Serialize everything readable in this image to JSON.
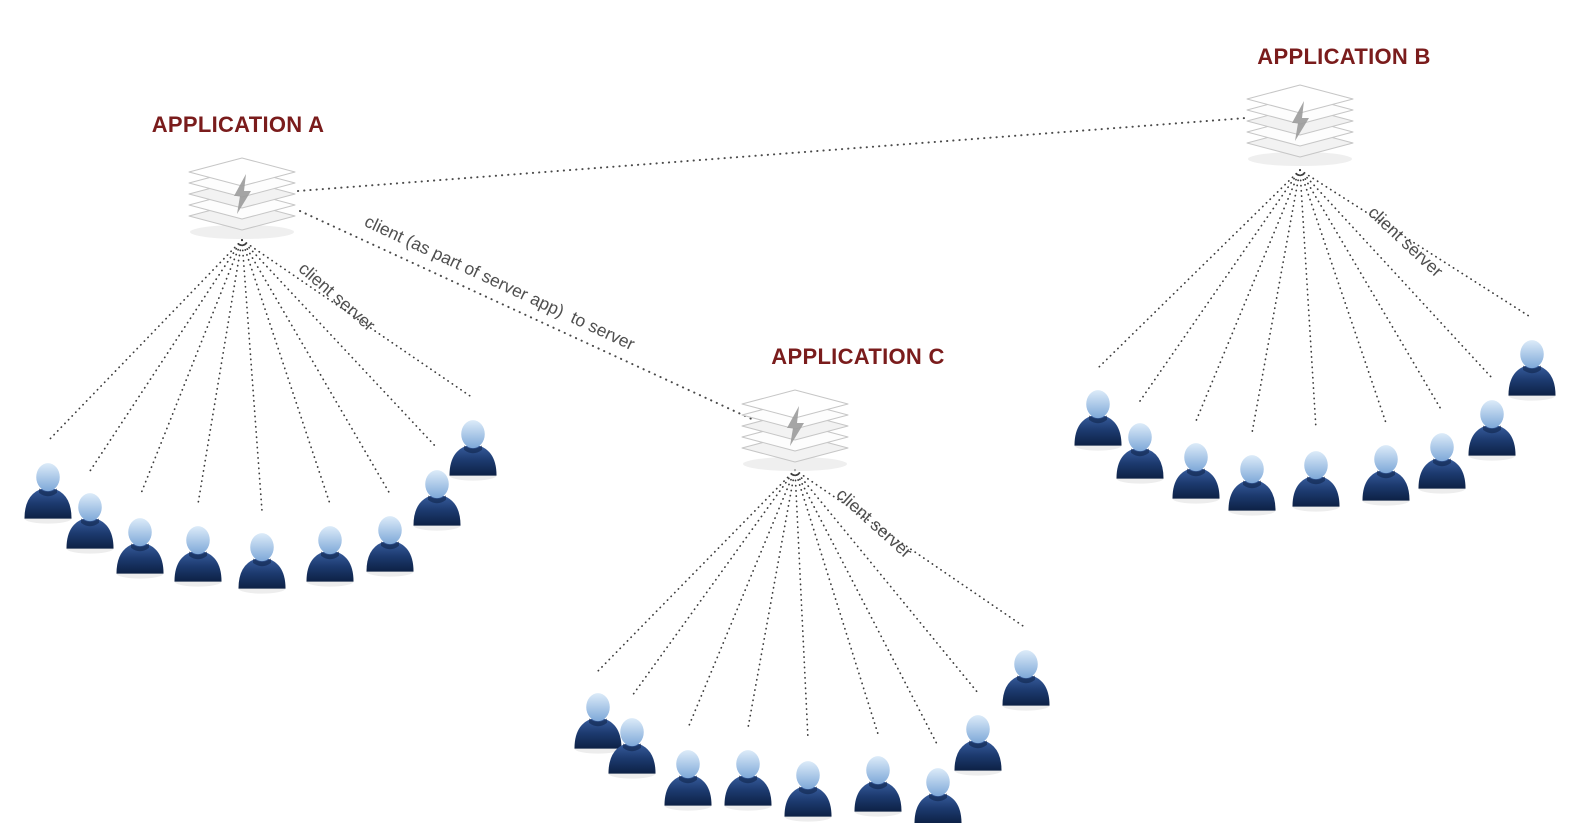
{
  "diagram": {
    "type": "network-topology",
    "background": "#ffffff",
    "applications": [
      {
        "id": "app-a",
        "label": "APPLICATION A",
        "fan_label": "client server",
        "client_count": 9
      },
      {
        "id": "app-b",
        "label": "APPLICATION B",
        "fan_label": "client server",
        "client_count": 9
      },
      {
        "id": "app-c",
        "label": "APPLICATION C",
        "fan_label": "client server",
        "client_count": 9
      }
    ],
    "edges": [
      {
        "from": "APPLICATION A",
        "to": "APPLICATION B",
        "label": ""
      },
      {
        "from": "APPLICATION A",
        "to": "APPLICATION C",
        "label": "client (as part of server app)  to server"
      }
    ],
    "colors": {
      "app_title": "#7a1c1c",
      "connector": "#4a4a4a",
      "label_text": "#4f4f4f",
      "user_body": "#16325f",
      "user_head": "#9cc0e6",
      "server_fill": "#fafafa",
      "server_stroke": "#c6c6c6",
      "bolt": "#9b9b9b"
    },
    "icons": {
      "server": "server-stack-icon",
      "user": "client-user-icon",
      "bolt": "lightning-bolt-icon"
    }
  }
}
